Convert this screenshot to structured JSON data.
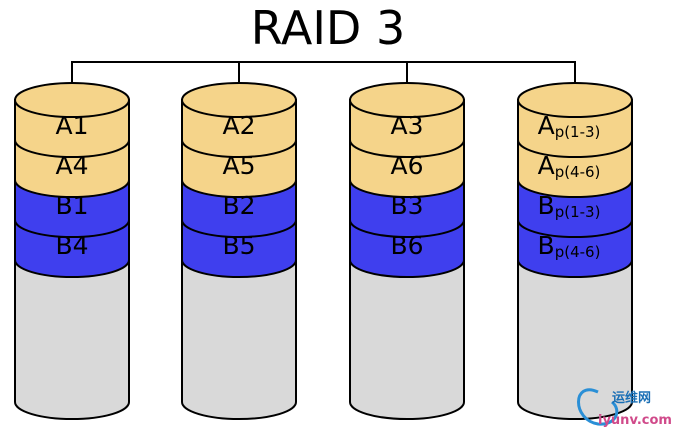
{
  "title": "RAID 3",
  "colors": {
    "data_a": "#f5d48a",
    "data_b": "#3f3fee",
    "empty": "#d9d9d9",
    "stroke": "#000000"
  },
  "disks": [
    {
      "blocks": [
        {
          "main": "A1",
          "sub": "",
          "kind": "data_a"
        },
        {
          "main": "A4",
          "sub": "",
          "kind": "data_a"
        },
        {
          "main": "B1",
          "sub": "",
          "kind": "data_b"
        },
        {
          "main": "B4",
          "sub": "",
          "kind": "data_b"
        }
      ]
    },
    {
      "blocks": [
        {
          "main": "A2",
          "sub": "",
          "kind": "data_a"
        },
        {
          "main": "A5",
          "sub": "",
          "kind": "data_a"
        },
        {
          "main": "B2",
          "sub": "",
          "kind": "data_b"
        },
        {
          "main": "B5",
          "sub": "",
          "kind": "data_b"
        }
      ]
    },
    {
      "blocks": [
        {
          "main": "A3",
          "sub": "",
          "kind": "data_a"
        },
        {
          "main": "A6",
          "sub": "",
          "kind": "data_a"
        },
        {
          "main": "B3",
          "sub": "",
          "kind": "data_b"
        },
        {
          "main": "B6",
          "sub": "",
          "kind": "data_b"
        }
      ]
    },
    {
      "blocks": [
        {
          "main": "A",
          "sub": "p(1-3)",
          "kind": "data_a"
        },
        {
          "main": "A",
          "sub": "p(4-6)",
          "kind": "data_a"
        },
        {
          "main": "B",
          "sub": "p(1-3)",
          "kind": "data_b"
        },
        {
          "main": "B",
          "sub": "p(4-6)",
          "kind": "data_b"
        }
      ]
    }
  ],
  "watermark": {
    "line1": "运维网",
    "line2": "iyunv.com"
  }
}
